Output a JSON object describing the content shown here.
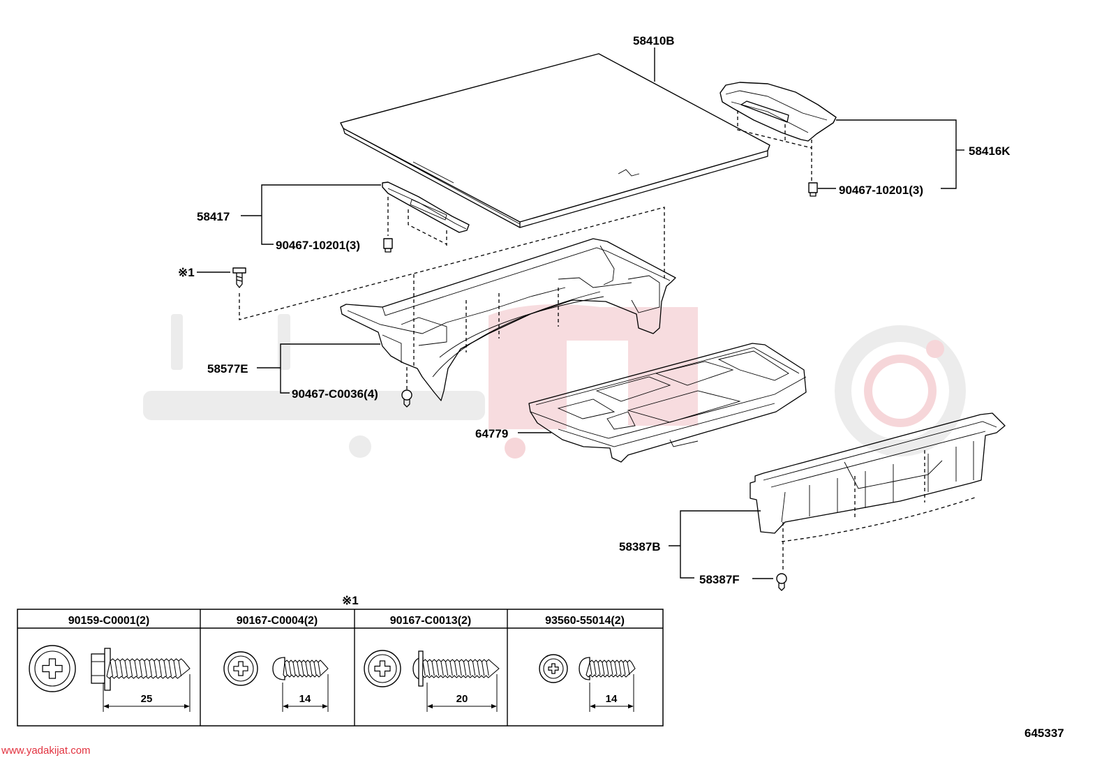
{
  "callouts": {
    "top_board": "58410B",
    "right_board": "58416K",
    "right_board_clip": "90467-10201(3)",
    "left_board": "58417",
    "left_board_clip": "90467-10201(3)",
    "bolt_note": "※1",
    "tray": "58577E",
    "tray_clip": "90467-C0036(4)",
    "box": "64779",
    "plate": "58387B",
    "plate_clip": "58387F"
  },
  "fastener_table": {
    "note": "※1",
    "columns": [
      {
        "part_number": "90159-C0001(2)",
        "length": "25",
        "icon": "hex-washer-head-screw-icon"
      },
      {
        "part_number": "90167-C0004(2)",
        "length": "14",
        "icon": "pan-head-screw-icon"
      },
      {
        "part_number": "90167-C0013(2)",
        "length": "20",
        "icon": "washer-head-screw-icon"
      },
      {
        "part_number": "93560-55014(2)",
        "length": "14",
        "icon": "pan-head-screw-icon"
      }
    ]
  },
  "diagram_number": "645337",
  "watermark": {
    "url": "www.yadakijat.com"
  },
  "colors": {
    "line": "#000000",
    "watermark_red": "#e2323f",
    "watermark_pink": "#f6d6d9",
    "watermark_gray": "#ececec"
  }
}
